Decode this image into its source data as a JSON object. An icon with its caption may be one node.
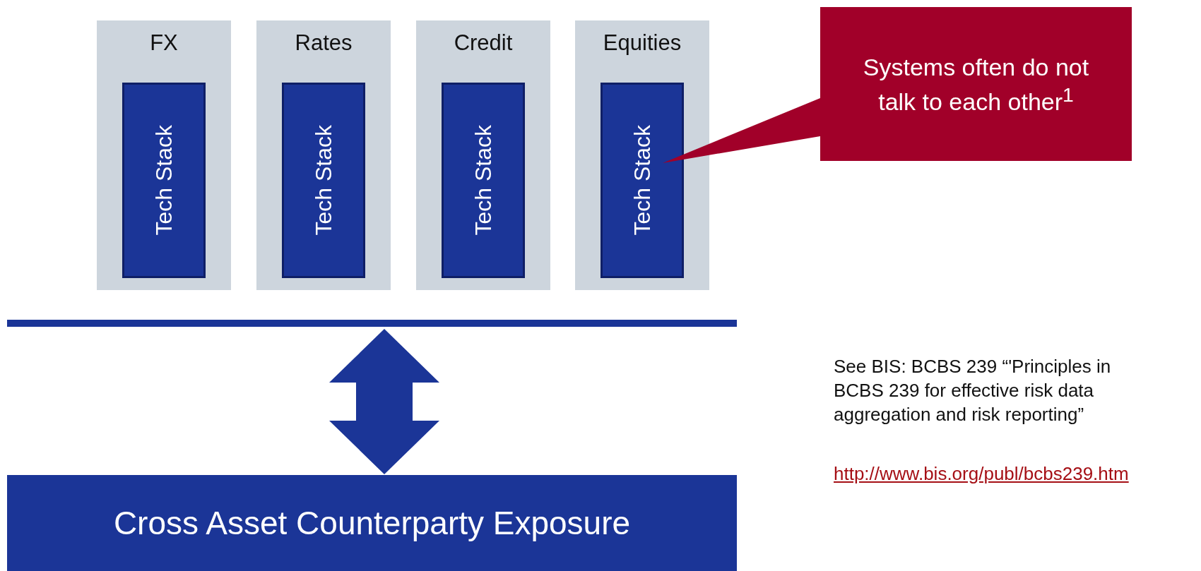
{
  "diagram": {
    "nodes": [
      {
        "text": [
          "FX"
        ]
      },
      {
        "text": [
          "Tech Stack"
        ],
        "in": 0
      },
      {
        "text": [
          "Rates"
        ]
      },
      {
        "text": [
          "Tech Stack"
        ],
        "in": 2
      },
      {
        "text": [
          "Credit"
        ]
      },
      {
        "text": [
          "Tech Stack"
        ],
        "in": 4
      },
      {
        "text": [
          "Equities"
        ]
      },
      {
        "text": [
          "Tech Stack"
        ],
        "in": 6
      },
      {
        "text": [],
        "shape": "bar"
      },
      {
        "text": [
          "Cross Asset Counterparty Exposure"
        ]
      },
      {
        "text": [
          "Systems often do not talk to each other$^{1}$"
        ]
      }
    ],
    "edges": [
      {
        "from": 8,
        "to": 9,
        "arrow": "both"
      }
    ],
    "labels": [
      "See BIS: BCBS 239 “'Principles in BCBS 239 for effective risk data aggregation and risk reporting”",
      "http://www.bis.org/publ/bcbs239.htm"
    ]
  }
}
